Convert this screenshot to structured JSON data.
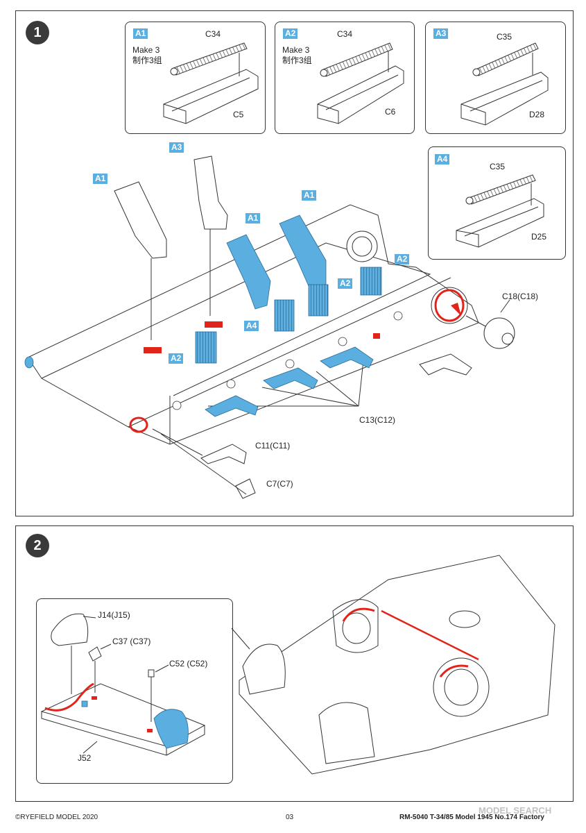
{
  "step1": {
    "number": "1",
    "subs": [
      {
        "tag": "A1",
        "note1": "Make 3",
        "note2": "制作3组",
        "part_spring": "C34",
        "part_base": "C5"
      },
      {
        "tag": "A2",
        "note1": "Make 3",
        "note2": "制作3组",
        "part_spring": "C34",
        "part_base": "C6"
      },
      {
        "tag": "A3",
        "part_spring": "C35",
        "part_base": "D28"
      },
      {
        "tag": "A4",
        "part_spring": "C35",
        "part_base": "D25"
      }
    ],
    "main_tags": [
      "A1",
      "A3",
      "A1",
      "A1",
      "A2",
      "A2",
      "A4",
      "A2"
    ],
    "labels": {
      "c18": "C18(C18)",
      "c13": "C13(C12)",
      "c11": "C11(C11)",
      "c7": "C7(C7)"
    }
  },
  "step2": {
    "number": "2",
    "labels": {
      "j14": "J14(J15)",
      "c37": "C37 (C37)",
      "c52": "C52 (C52)",
      "j52": "J52"
    }
  },
  "footer": {
    "copyright": "©RYEFIELD MODEL 2020",
    "page": "03",
    "product": "RM-5040  T-34/85 Model 1945 No.174 Factory"
  },
  "watermark": "MODEL SEARCH",
  "colors": {
    "part_blue": "#5aaee0",
    "accent_red": "#e2231a",
    "line": "#333333"
  }
}
